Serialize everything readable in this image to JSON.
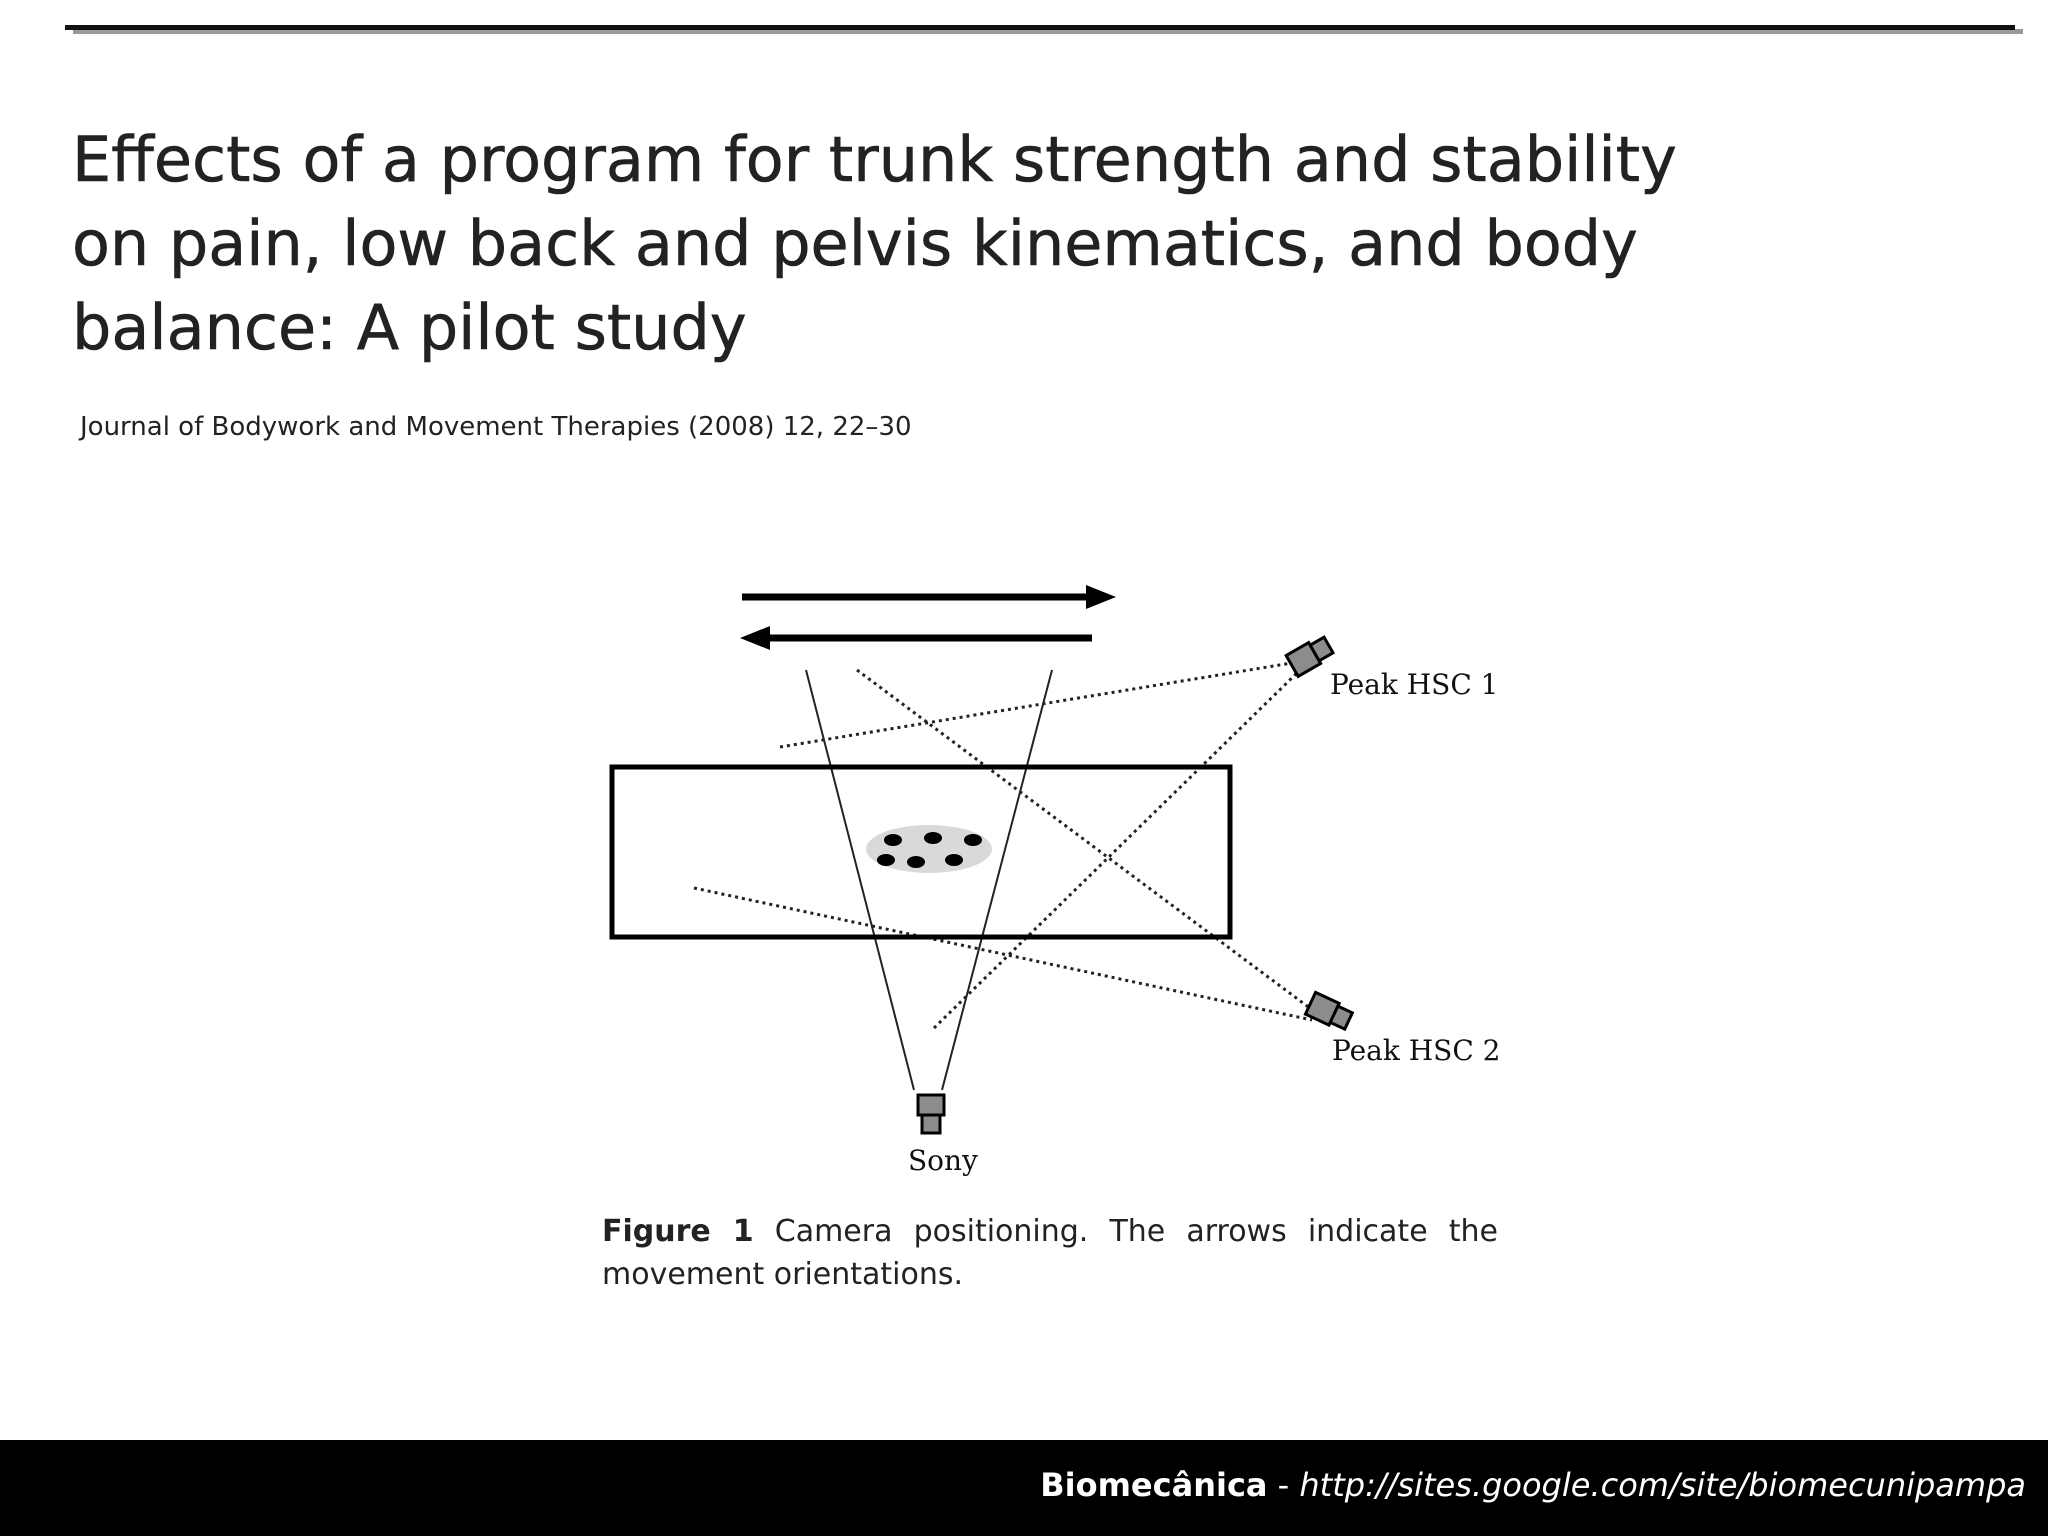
{
  "slide": {
    "title_lines": [
      "Effects of a program for trunk strength and stability",
      "on pain, low back and pelvis kinematics, and body",
      "balance: A pilot study"
    ],
    "citation": "Journal of Bodywork and Movement Therapies (2008) 12, 22–30"
  },
  "figure": {
    "labels": {
      "camera_1": "Peak HSC 1",
      "camera_2": "Peak HSC 2",
      "camera_3": "Sony"
    },
    "icons": [
      "arrow-right-icon",
      "arrow-left-icon",
      "camera-icon"
    ],
    "caption": {
      "label": "Figure 1",
      "line1_rest": "Camera positioning. The arrows indicate the",
      "line2": "movement orientations."
    }
  },
  "footer": {
    "brand": "Biomecânica",
    "separator": "-",
    "url": "http://sites.google.com/site/biomecunipampa"
  },
  "colors": {
    "footer_bg": "#000000",
    "footer_text": "#ffffff",
    "text": "#222222",
    "camera_fill": "#8c8c8c",
    "marker_zone": "#d9d9d9"
  }
}
